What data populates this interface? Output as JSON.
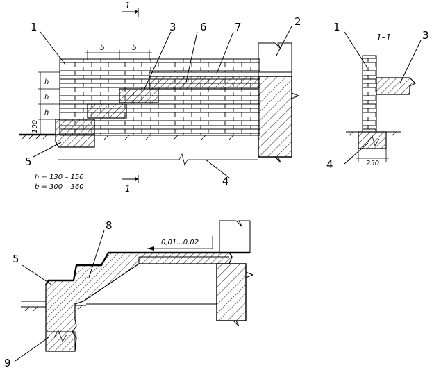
{
  "callouts": {
    "c1": "1",
    "c2": "2",
    "c3": "3",
    "c4": "4",
    "c5": "5",
    "c6": "6",
    "c7": "7",
    "s1": "1",
    "s3": "3",
    "s4": "4",
    "b5": "5",
    "b8": "8",
    "b9": "9"
  },
  "dims": {
    "b1": "b",
    "b2": "b",
    "h1": "h",
    "h2": "h",
    "h3": "h",
    "d100": "100",
    "d250": "250"
  },
  "section": {
    "title": "1–1",
    "cut_top": "1",
    "cut_bottom": "1"
  },
  "notes": {
    "h_range": "h = 130 – 150",
    "b_range": "b = 300 – 360"
  },
  "slope": "0,01...0,02"
}
